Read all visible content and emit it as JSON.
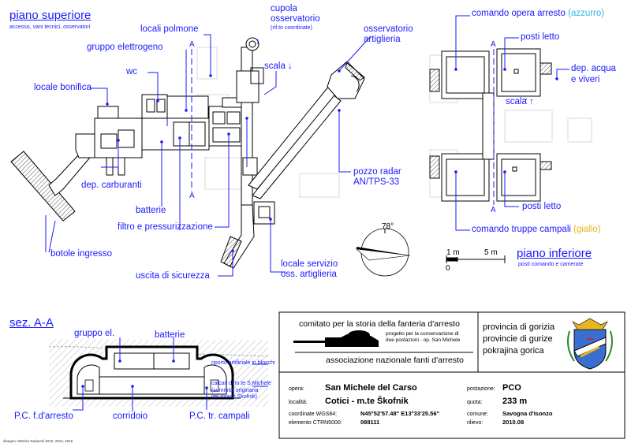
{
  "colors": {
    "label": "#1a1aff",
    "azzurro": "#35b6e8",
    "giallo": "#e8b422",
    "plan_line": "#000000",
    "hatch": "#888888"
  },
  "upper": {
    "title": "piano superiore",
    "subtitle": "accesso, vani tecnici, osservatori",
    "labels": {
      "locali_polmone": "locali polmone",
      "cupola_1": "cupola",
      "cupola_2": "osservatorio",
      "cupola_3": "(rif.to coordinate)",
      "osservatorio_1": "osservatorio",
      "osservatorio_2": "artiglieria",
      "gruppo_elettrogeno": "gruppo elettrogeno",
      "scala": "scala ↓",
      "wc": "wc",
      "locale_bonifica": "locale bonifica",
      "dep_carburanti": "dep. carburanti",
      "batterie": "batterie",
      "filtro": "filtro e pressurizzazione",
      "botole": "botole ingresso",
      "uscita": "uscita di sicurezza",
      "pozzo_1": "pozzo radar",
      "pozzo_2": "AN/TPS-33",
      "locale_servizio_1": "locale servizio",
      "locale_servizio_2": "oss. artiglieria",
      "section_marker": "A"
    }
  },
  "lower": {
    "title": "piano inferiore",
    "subtitle": "posti comando e camerate",
    "labels": {
      "comando_opera": "comando opera arresto",
      "comando_opera_color": "(azzurro)",
      "posti_letto": "posti letto",
      "dep_acqua_1": "dep. acqua",
      "dep_acqua_2": "e viveri",
      "scala": "scala ↑",
      "comando_truppe": "comando truppe campali",
      "comando_truppe_color": "(giallo)",
      "section_marker": "A"
    }
  },
  "compass": {
    "angle_label": "78°"
  },
  "scale_bar": {
    "label_1m": "1 m",
    "label_5m": "5 m",
    "label_0": "0"
  },
  "section": {
    "title": "sez. A-A",
    "labels": {
      "gruppo_el": "gruppo el.",
      "batterie": "batterie",
      "riporto": "riporto artificiale in blocchi",
      "calcari_1": "calcari di m.te S.Michele",
      "calcari_2": "(sommità originaria",
      "calcari_3": "del monte Škofnik)",
      "pc_arresto": "P.C. f.d'arresto",
      "corridoio": "corridoio",
      "pc_campali": "P.C. tr. campali"
    }
  },
  "titleblock": {
    "comitato": "comitato per la storia della fanteria d'arresto",
    "progetto_1": "progetto per la conservazione di",
    "progetto_2": "due postazioni - op. San Michele",
    "associazione": "associazione nazionale fanti d'arresto",
    "provincia_1": "provincia di gorizia",
    "provincia_2": "provincie di gurize",
    "provincia_3": "pokrajina gorica",
    "rows": {
      "opera_key": "opera:",
      "opera_val": "San Michele del Carso",
      "postazione_key": "postazione:",
      "postazione_val": "PCO",
      "localita_key": "località:",
      "localita_val": "Cotici - m.te Škofnik",
      "quota_key": "quota:",
      "quota_val": "233 m",
      "coord_key": "coordinate WGS84:",
      "coord_val": "N45°52'57.48\"  E13°33'25.56\"",
      "comune_key": "comune:",
      "comune_val": "Savogna d'Isonzo",
      "ctrn_key": "elemento CTRN5000:",
      "ctrn_val": "088111",
      "rilievo_key": "rilievo:",
      "rilievo_val": "2010.08"
    }
  },
  "credit": "disegno: Wlenko Radovoli 2010, 2013, 2016"
}
